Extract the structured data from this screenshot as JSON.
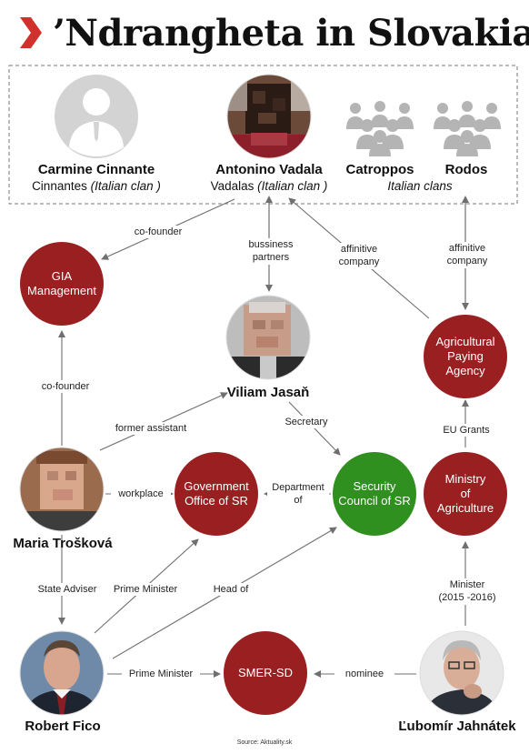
{
  "title": "’Ndrangheta in Slovakia",
  "source": "Source: Aktuality.sk",
  "colors": {
    "red": "#9a1f21",
    "green": "#2f8f1f",
    "line": "#6f6f6f"
  },
  "groups": {
    "cinnante": {
      "name": "Carmine Cinnante",
      "clan": "Cinnantes",
      "clan_note": "(Italian clan )"
    },
    "vadala": {
      "name": "Antonino Vadala",
      "clan": "Vadalas",
      "clan_note": "(Italian clan )"
    },
    "catroppos": {
      "name": "Catroppos"
    },
    "rodos": {
      "name": "Rodos"
    },
    "clans_note": "Italian clans"
  },
  "people": {
    "jasan": "Viliam Jasaň",
    "troskova": "Maria Trošková",
    "fico": "Robert Fico",
    "jahnatek": "Ľubomír Jahnátek"
  },
  "orgs": {
    "gia": "GIA\nManagement",
    "gov_office": "Government\nOffice of SR",
    "security": "Security\nCouncil of SR",
    "agri_paying": "Agricultural\nPaying\nAgency",
    "ministry": "Ministry\nof\nAgriculture",
    "smer": "SMER-SD"
  },
  "edges": {
    "cofounder_top": "co-founder",
    "business": "bussiness\npartners",
    "affinitive1": "affinitive\ncompany",
    "affinitive2": "affinitive\ncompany",
    "cofounder_left": "co-founder",
    "former_assistant": "former assistant",
    "secretary": "Secretary",
    "eu_grants": "EU Grants",
    "workplace": "workplace",
    "department": "Department\nof",
    "state_adviser": "State Adviser",
    "prime_minister1": "Prime Minister",
    "head_of": "Head of",
    "minister": "Minister\n(2015 -2016)",
    "prime_minister2": "Prime Minister",
    "nominee": "nominee"
  }
}
